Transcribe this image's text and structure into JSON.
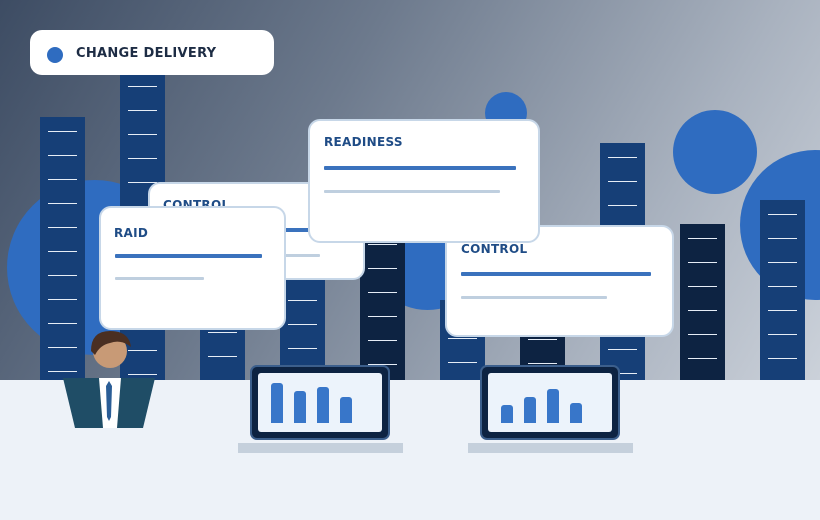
{
  "header": {
    "label": "CHANGE DELIVERY"
  },
  "cards": {
    "control_back": "CONTROL",
    "raid": "RAID",
    "readiness": "READINESS",
    "control_front": "CONTROL"
  },
  "dashboards": {
    "left": {
      "levels": [
        1.0,
        0.8,
        0.9,
        0.65
      ]
    },
    "right": {
      "levels": [
        0.45,
        0.65,
        0.85,
        0.5
      ]
    }
  },
  "colors": {
    "accent": "#2f6cc0",
    "tower": "#163f77",
    "tower_dark": "#0d2342",
    "card_title": "#1f4c86",
    "floor": "#edf2f8"
  }
}
